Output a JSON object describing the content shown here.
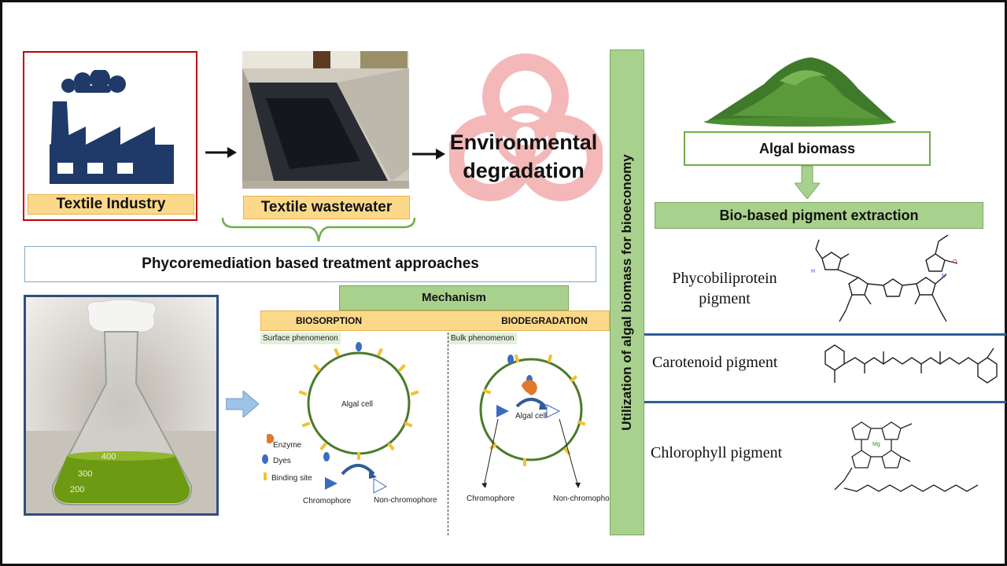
{
  "industry": {
    "label": "Textile Industry"
  },
  "wastewater": {
    "label": "Textile wastewater"
  },
  "degradation": {
    "line1": "Environmental",
    "line2": "degradation"
  },
  "phyco": {
    "label": "Phycoremediation based treatment approaches"
  },
  "mechanism": {
    "title": "Mechanism",
    "biosorption": "BIOSORPTION",
    "biodegradation": "BIODEGRADATION",
    "surface": "Surface phenomenon",
    "bulk": "Bulk phenomenon",
    "algal_cell": "Algal cell",
    "legend_enzyme": "Enzyme",
    "legend_dyes": "Dyes",
    "legend_binding": "Binding site",
    "chromophore": "Chromophore",
    "non_chromophore": "Non-chromophore"
  },
  "flask": {
    "marks": [
      "400",
      "300",
      "200"
    ]
  },
  "vertical": {
    "label": "Utilization of algal biomass for bioeconomy"
  },
  "biomass": {
    "label": "Algal biomass"
  },
  "extraction": {
    "label": "Bio-based pigment extraction"
  },
  "pigments": {
    "phyco_line1": "Phycobiliprotein",
    "phyco_line2": "pigment",
    "carotenoid": "Carotenoid pigment",
    "chlorophyll": "Chlorophyll pigment"
  },
  "colors": {
    "factory": "#1f3a68",
    "label_orange": "#fcd98a",
    "label_green": "#a9d18e",
    "biohazard": "#f4b8b8",
    "cell_ring": "#4a7a2a",
    "dye_blue": "#3b6cc2",
    "enzyme_orange": "#e0782e",
    "binding_yellow": "#f2c12e",
    "divider_blue": "#2e5d9a"
  }
}
